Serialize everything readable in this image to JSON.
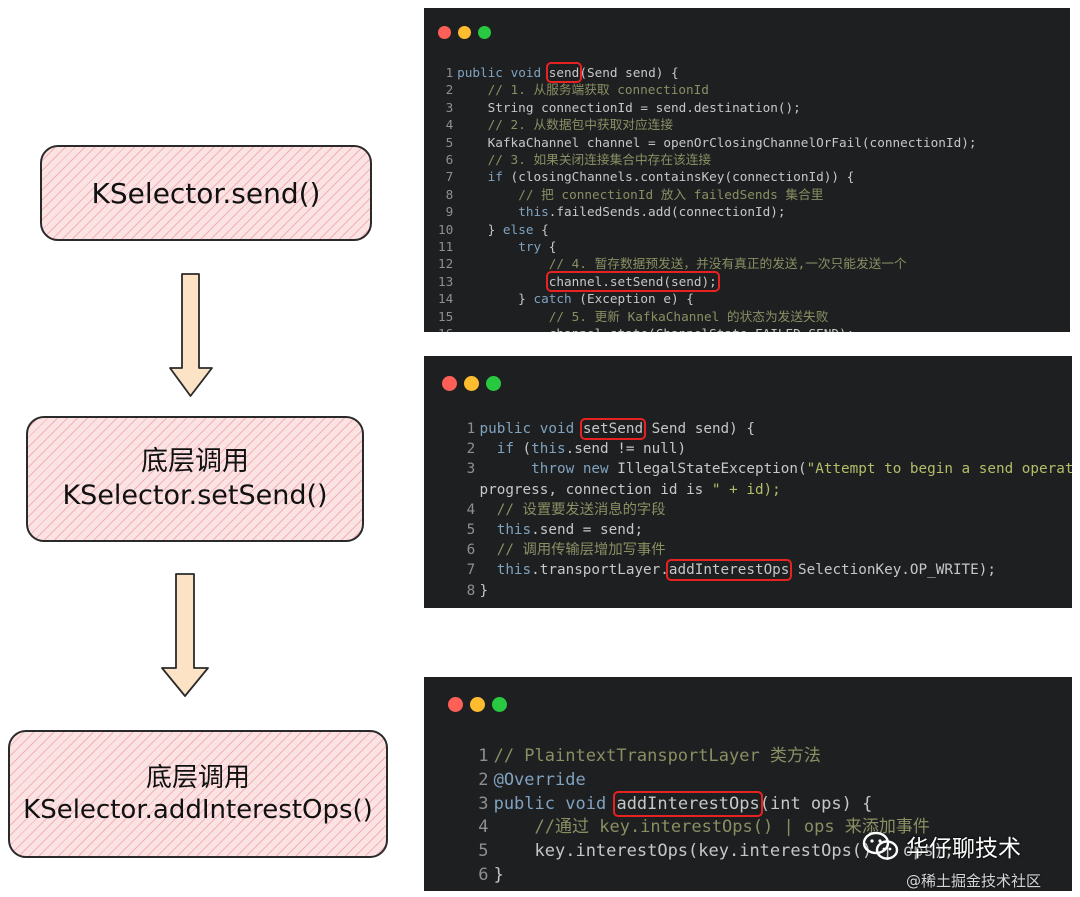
{
  "flow": {
    "box1": {
      "line1": "KSelector.send()"
    },
    "box2": {
      "line1": "底层调用",
      "line2": "KSelector.setSend()"
    },
    "box3": {
      "line1": "底层调用",
      "line2": "KSelector.addInterestOps()"
    },
    "box_fill_color": "#fbe3e4",
    "arrow_color": "#fde3c6"
  },
  "panel1": {
    "lines": [
      {
        "n": "1",
        "t": "public void ",
        "h": "send",
        "r": "(Send send) {"
      },
      {
        "n": "2",
        "t": "    // 1. 从服务端获取 connectionId"
      },
      {
        "n": "3",
        "t": "    String connectionId = send.destination();"
      },
      {
        "n": "4",
        "t": "    // 2. 从数据包中获取对应连接"
      },
      {
        "n": "5",
        "t": "    KafkaChannel channel = openOrClosingChannelOrFail(connectionId);"
      },
      {
        "n": "6",
        "t": "    // 3. 如果关闭连接集合中存在该连接"
      },
      {
        "n": "7",
        "t": "    if (closingChannels.containsKey(connectionId)) {"
      },
      {
        "n": "8",
        "t": "        // 把 connectionId 放入 failedSends 集合里"
      },
      {
        "n": "9",
        "t": "        this.failedSends.add(connectionId);"
      },
      {
        "n": "10",
        "t": "    } else {"
      },
      {
        "n": "11",
        "t": "        try {"
      },
      {
        "n": "12",
        "t": "            // 4. 暂存数据预发送，并没有真正的发送,一次只能发送一个"
      },
      {
        "n": "13",
        "t": "            ",
        "h": "channel.setSend(send);",
        "r": ""
      },
      {
        "n": "14",
        "t": "        } catch (Exception e) {"
      },
      {
        "n": "15",
        "t": "            // 5. 更新 KafkaChannel 的状态为发送失败"
      },
      {
        "n": "16",
        "t": "            channel.state(ChannelState.FAILED_SEND);"
      }
    ]
  },
  "panel2": {
    "lines": [
      {
        "n": "1",
        "t": "public void ",
        "h": "setSend",
        "r": " Send send) {"
      },
      {
        "n": "2",
        "t": "  if (this.send != null)"
      },
      {
        "n": "3",
        "t": "      throw new IllegalStateException(\"Attempt to begin a send operation with prior send operation still in"
      },
      {
        "n": "",
        "t": "progress, connection id is \" + id);"
      },
      {
        "n": "4",
        "t": "  // 设置要发送消息的字段"
      },
      {
        "n": "5",
        "t": "  this.send = send;"
      },
      {
        "n": "6",
        "t": "  // 调用传输层增加写事件"
      },
      {
        "n": "7",
        "t": "  this.transportLayer.",
        "h": "addInterestOps",
        "r": " SelectionKey.OP_WRITE);"
      },
      {
        "n": "8",
        "t": "}"
      }
    ]
  },
  "panel3": {
    "lines": [
      {
        "n": "1",
        "t": "// PlaintextTransportLayer 类方法"
      },
      {
        "n": "2",
        "t": "@Override"
      },
      {
        "n": "3",
        "t": "public void ",
        "h": "addInterestOps",
        "r": "(int ops) {"
      },
      {
        "n": "4",
        "t": "    //通过 key.interestOps() | ops 来添加事件"
      },
      {
        "n": "5",
        "t": "    key.interestOps(key.interestOps() | ops);"
      },
      {
        "n": "6",
        "t": "}"
      }
    ]
  },
  "watermark": {
    "brand": "华仔聊技术",
    "site": "@稀土掘金技术社区",
    "icon": "wechat-icon"
  },
  "colors": {
    "code_bg": "#1d1f21",
    "highlight_box": "#e62222",
    "comment": "#8a8f63",
    "keyword": "#81a2be"
  }
}
